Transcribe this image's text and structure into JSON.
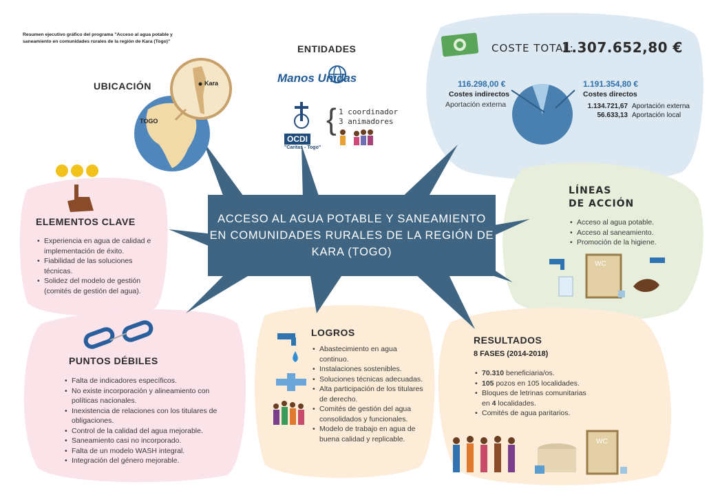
{
  "summary_note": "Resumen ejecutivo gráfico del programa \"Acceso al agua potable y saneamiento en comunidades rurales de la región de Kara (Togo)\"",
  "center_title": "ACCESO AL AGUA POTABLE Y SANEAMIENTO EN COMUNIDADES RURALES DE LA REGIÓN DE KARA (TOGO)",
  "ubicacion": {
    "title": "UBICACIÓN",
    "country": "TOGO",
    "region": "Kara"
  },
  "entidades": {
    "title": "ENTIDADES",
    "logo1": "Manos Unidas",
    "logo2": "OCDI",
    "logo2_sub": "\"Caritas - Togo\"",
    "staff": [
      "1 coordinador",
      "3 animadores"
    ]
  },
  "coste": {
    "title": "COSTE TOTAL:",
    "total": "1.307.652,80 €",
    "indirect_value": "116.298,00 €",
    "indirect_label": "Costes indirectos",
    "indirect_sub": "Aportación externa",
    "direct_value": "1.191.354,80 €",
    "direct_label": "Costes directos",
    "direct_rows": [
      {
        "value": "1.134.721,67",
        "label": "Aportación externa"
      },
      {
        "value": "56.633,13",
        "label": "Aportación local"
      }
    ],
    "pie_indirect_fraction": 0.089,
    "colors": {
      "direct": "#4a80b0",
      "indirect": "#a9cde8"
    }
  },
  "lineas": {
    "title_line1": "LÍNEAS",
    "title_line2": "DE ACCIÓN",
    "items": [
      "Acceso al agua potable.",
      "Acceso al saneamiento.",
      "Promoción de la higiene."
    ],
    "wc": "WC"
  },
  "elementos": {
    "title": "ELEMENTOS CLAVE",
    "items": [
      "Experiencia en agua de calidad e implementación de éxito.",
      "Fiabilidad de las soluciones técnicas.",
      "Solidez del modelo de gestión (comités de gestión del agua)."
    ]
  },
  "puntos": {
    "title": "PUNTOS DÉBILES",
    "items": [
      "Falta de indicadores específicos.",
      "No existe incorporación y alineamiento con políticas nacionales.",
      "Inexistencia de relaciones con los titulares de obligaciones.",
      "Control de la calidad del agua mejorable.",
      "Saneamiento casi no incorporado.",
      "Falta de un modelo WASH integral.",
      "Integración del género mejorable."
    ]
  },
  "logros": {
    "title": "LOGROS",
    "items": [
      "Abastecimiento en agua continuo.",
      "Instalaciones sostenibles.",
      "Soluciones técnicas adecuadas.",
      "Alta participación de los titulares de derecho.",
      "Comités de gestión del agua consolidados y funcionales.",
      "Modelo de trabajo en agua de buena calidad y replicable."
    ]
  },
  "resultados": {
    "title": "RESULTADOS",
    "subtitle": "8 FASES (2014-2018)",
    "r1_bold": "70.310",
    "r1_rest": " beneficiaria/os.",
    "r2_bold": "105",
    "r2_rest": " pozos en 105 localidades.",
    "r3_a": "Bloques de letrinas comunitarias",
    "r3_b_pre": "en ",
    "r3_b_bold": "4",
    "r3_b_rest": " localidades.",
    "r4": "Comités de agua paritarios.",
    "wc": "WC"
  },
  "palette": {
    "center": "#3f6583",
    "coste_bg": "#dce9f3",
    "lineas_bg": "#e7efdc",
    "elementos_bg": "#fbe3ea",
    "logros_bg": "#fcecd8",
    "resultados_bg": "#fcecd8"
  }
}
